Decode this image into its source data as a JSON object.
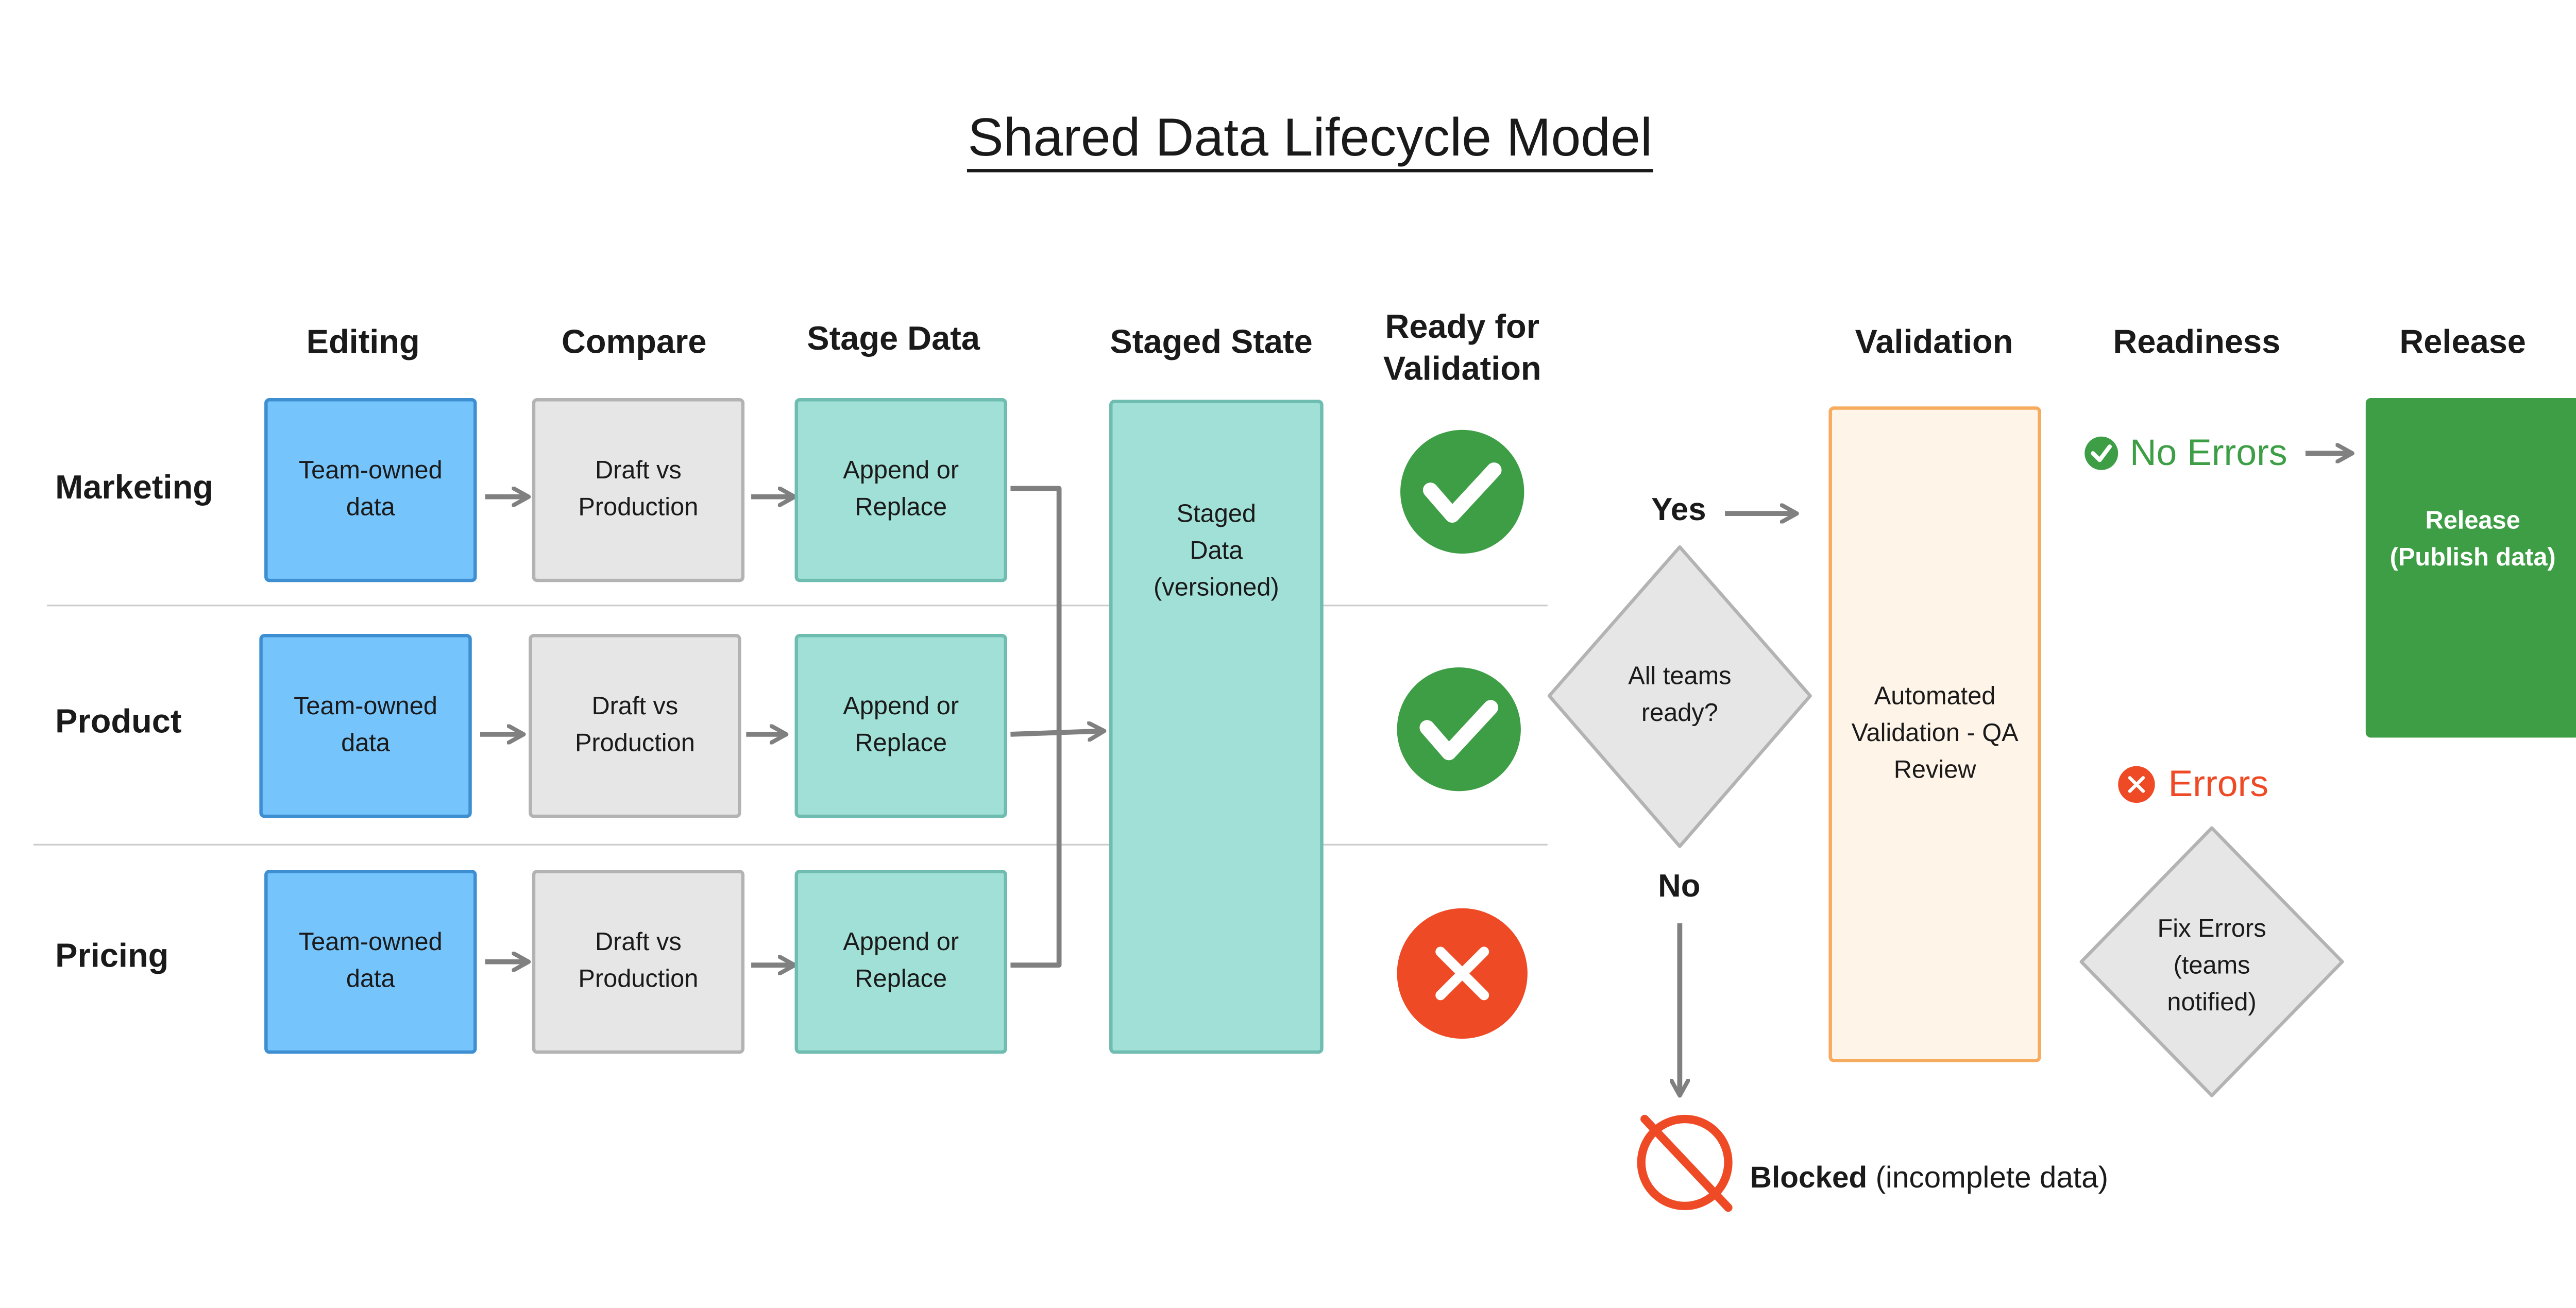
{
  "title": "Shared Data Lifecycle Model",
  "columns": {
    "editing": "Editing",
    "compare": "Compare",
    "stage_data": "Stage Data",
    "staged_state": "Staged State",
    "ready_line1": "Ready for",
    "ready_line2": "Validation",
    "validation": "Validation",
    "readiness": "Readiness",
    "release": "Release"
  },
  "rows": [
    {
      "label": "Marketing",
      "edit_line1": "Team-owned",
      "edit_line2": "data",
      "compare_line1": "Draft vs",
      "compare_line2": "Production",
      "stage_line1": "Append or",
      "stage_line2": "Replace",
      "ready_status": "ready"
    },
    {
      "label": "Product",
      "edit_line1": "Team-owned",
      "edit_line2": "data",
      "compare_line1": "Draft vs",
      "compare_line2": "Production",
      "stage_line1": "Append or",
      "stage_line2": "Replace",
      "ready_status": "ready"
    },
    {
      "label": "Pricing",
      "edit_line1": "Team-owned",
      "edit_line2": "data",
      "compare_line1": "Draft vs",
      "compare_line2": "Production",
      "stage_line1": "Append or",
      "stage_line2": "Replace",
      "ready_status": "not-ready"
    }
  ],
  "staged_box": {
    "line1": "Staged",
    "line2": "Data",
    "line3": "(versioned)"
  },
  "decision": {
    "line1": "All teams",
    "line2": "ready?",
    "yes": "Yes",
    "no": "No"
  },
  "validation_box": {
    "line1": "Automated",
    "line2": "Validation - QA",
    "line3": "Review"
  },
  "readiness": {
    "no_errors": "No Errors",
    "errors": "Errors"
  },
  "fix_errors": {
    "line1": "Fix Errors",
    "line2": "(teams",
    "line3": "notified)"
  },
  "release_box": {
    "line1": "Release",
    "line2": "(Publish data)"
  },
  "blocked": {
    "bold": "Blocked",
    "rest": " (incomplete data)"
  },
  "colors": {
    "blue": "#76c4fc",
    "grey": "#e6e6e6",
    "teal": "#a1e0d7",
    "orange_border": "#f7ab5e",
    "green": "#3d9e45",
    "red": "#ef4a26",
    "arrow": "#808080"
  }
}
